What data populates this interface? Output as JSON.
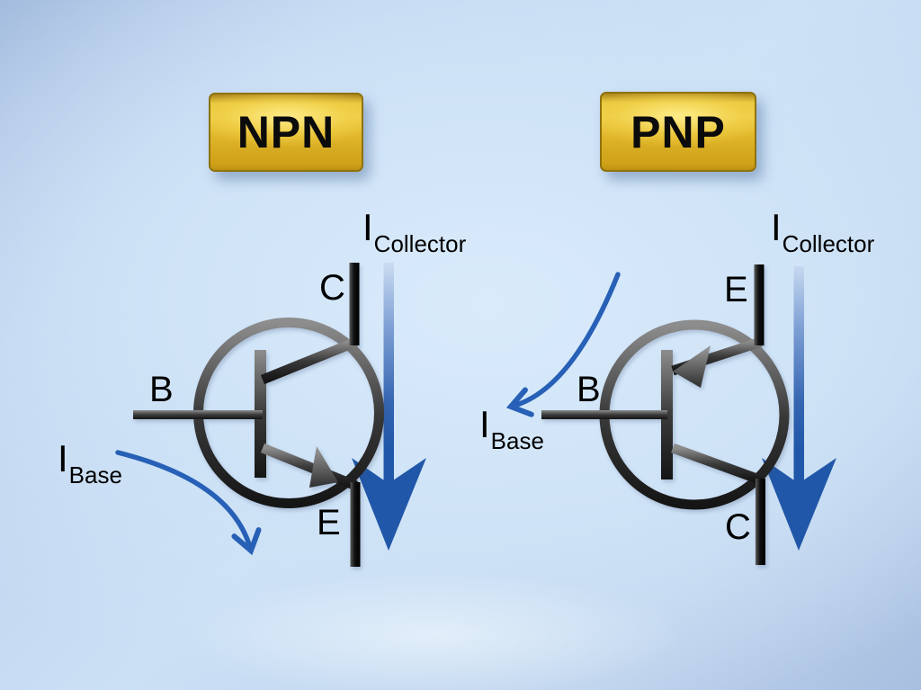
{
  "diagram": {
    "npn": {
      "type_label": "NPN",
      "terminals": {
        "collector": "C",
        "base": "B",
        "emitter": "E"
      },
      "collector_current": {
        "symbol": "I",
        "subscript": "Collector"
      },
      "base_current": {
        "symbol": "I",
        "subscript": "Base"
      }
    },
    "pnp": {
      "type_label": "PNP",
      "terminals": {
        "collector": "C",
        "base": "B",
        "emitter": "E"
      },
      "collector_current": {
        "symbol": "I",
        "subscript": "Collector"
      },
      "base_current": {
        "symbol": "I",
        "subscript": "Base"
      }
    },
    "colors": {
      "background_center": "#d8eafa",
      "background_edge": "#a7bede",
      "badge_gold": "#e0b62a",
      "badge_border": "#8f720f",
      "current_arrow_blue": "#2157a8",
      "curved_arrow_blue": "#2760b6",
      "symbol_gray": "#2e2e2e",
      "label_text": "#000000"
    }
  }
}
